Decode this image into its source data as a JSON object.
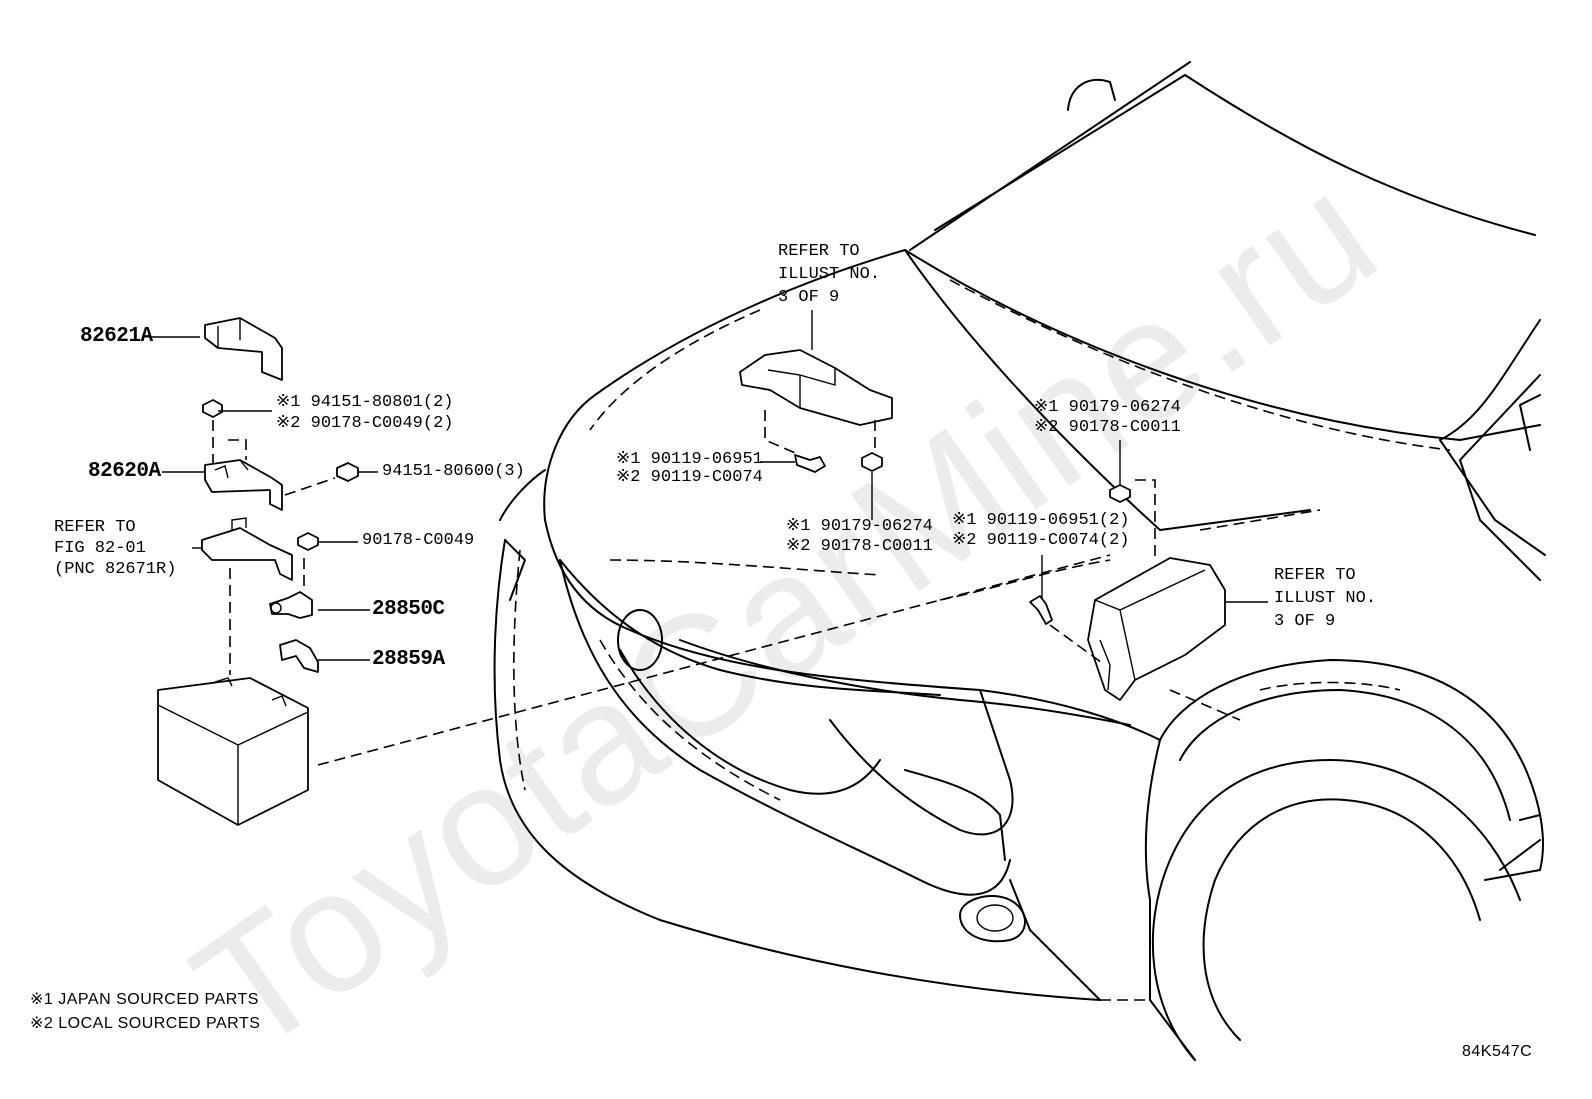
{
  "labels": {
    "p82621A": "82621A",
    "p82620A": "82620A",
    "p28850C": "28850C",
    "p28859A": "28859A",
    "nut_94151_80801_1": "※1 94151-80801(2)",
    "nut_90178_C0049_2": "※2 90178-C0049(2)",
    "nut_94151_80600": "94151-80600(3)",
    "nut_90178_C0049": "90178-C0049",
    "refer_fig_l1": "REFER TO",
    "refer_fig_l2": "FIG 82-01",
    "refer_fig_l3": "(PNC 82671R)",
    "refer_top_l1": "REFER TO",
    "refer_top_l2": "ILLUST NO.",
    "refer_top_l3": "3 OF 9",
    "bolt_top_1": "※1 90119-06951",
    "bolt_top_2": "※2 90119-C0074",
    "nut_top_1": "※1 90179-06274",
    "nut_top_2": "※2 90178-C0011",
    "nut_right_1": "※1 90179-06274",
    "nut_right_2": "※2 90178-C0011",
    "bolt_right_1": "※1 90119-06951(2)",
    "bolt_right_2": "※2 90119-C0074(2)",
    "refer_right_l1": "REFER TO",
    "refer_right_l2": "ILLUST NO.",
    "refer_right_l3": "3 OF 9"
  },
  "legend": {
    "note1": "※1 JAPAN SOURCED PARTS",
    "note2": "※2 LOCAL SOURCED PARTS"
  },
  "figure_code": "84K547C",
  "watermark": "ToyotaCarMine.ru"
}
